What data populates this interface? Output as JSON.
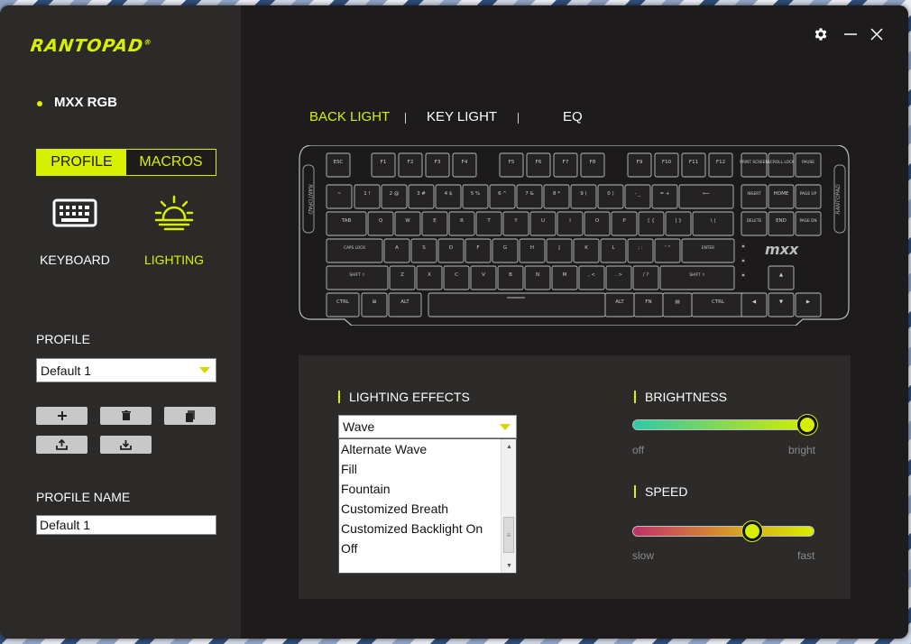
{
  "app": {
    "brand": "RANTOPAD",
    "brand_mark": "®",
    "device_name": "MXX RGB"
  },
  "sidebar": {
    "mode_tabs": [
      {
        "label": "PROFILE",
        "active": true
      },
      {
        "label": "MACROS",
        "active": false
      }
    ],
    "nav": [
      {
        "label": "KEYBOARD",
        "icon": "keyboard-icon",
        "active": false
      },
      {
        "label": "LIGHTING",
        "icon": "sun-icon",
        "active": true
      }
    ],
    "profile_label": "PROFILE",
    "profile_selected": "Default 1",
    "actions": [
      "add-icon",
      "delete-icon",
      "copy-icon",
      "export-icon",
      "import-icon"
    ],
    "profile_name_label": "PROFILE NAME",
    "profile_name_value": "Default 1"
  },
  "window_controls": [
    "gear-icon",
    "minimize-icon",
    "close-icon"
  ],
  "lighting_tabs": [
    {
      "label": "BACK LIGHT",
      "active": true
    },
    {
      "label": "KEY LIGHT",
      "active": false
    },
    {
      "label": "EQ",
      "active": false
    }
  ],
  "keyboard": {
    "model_mark": "mxx",
    "side_text": "RANTOPAD",
    "rows": [
      [
        "ESC",
        "F1",
        "F2",
        "F3",
        "F4",
        "F5",
        "F6",
        "F7",
        "F8",
        "F9",
        "F10",
        "F11",
        "F12",
        "PRINT SCREEN",
        "SCROLL LOCK",
        "PAUSE"
      ],
      [
        "~",
        "1 !",
        "2 @",
        "3 #",
        "4 $",
        "5 %",
        "6 ^",
        "7 &",
        "8 *",
        "9 (",
        "0 )",
        "- _",
        "= +",
        "⟵",
        "INSERT",
        "HOME",
        "PAGE UP"
      ],
      [
        "TAB",
        "Q",
        "W",
        "E",
        "R",
        "T",
        "Y",
        "U",
        "I",
        "O",
        "P",
        "[ {",
        "] }",
        "\\ |",
        "DELETE",
        "END",
        "PAGE DN"
      ],
      [
        "CAPS LOCK",
        "A",
        "S",
        "D",
        "F",
        "G",
        "H",
        "J",
        "K",
        "L",
        "; :",
        "' \"",
        "ENTER"
      ],
      [
        "SHIFT ⇧",
        "Z",
        "X",
        "C",
        "V",
        "B",
        "N",
        "M",
        ", <",
        ". >",
        "/ ?",
        "SHIFT ⇧",
        "▲"
      ],
      [
        "CTRL",
        "⊞",
        "ALT",
        "",
        "ALT",
        "FN",
        "▤",
        "CTRL",
        "◀",
        "▼",
        "▶"
      ]
    ]
  },
  "lighting": {
    "effects_title": "LIGHTING EFFECTS",
    "effect_selected": "Wave",
    "effect_options": [
      "Alternate Wave",
      "Fill",
      "Fountain",
      "Customized Breath",
      "Customized Backlight On",
      "Off"
    ],
    "brightness": {
      "title": "BRIGHTNESS",
      "min_label": "off",
      "max_label": "bright",
      "value": 0.96
    },
    "speed": {
      "title": "SPEED",
      "min_label": "slow",
      "max_label": "fast",
      "value": 0.66
    }
  },
  "colors": {
    "accent": "#d7f000",
    "window_bg": "#1d1b1b",
    "sidebar_bg": "#2c2a29",
    "panel_bg": "#2d2b2a"
  }
}
